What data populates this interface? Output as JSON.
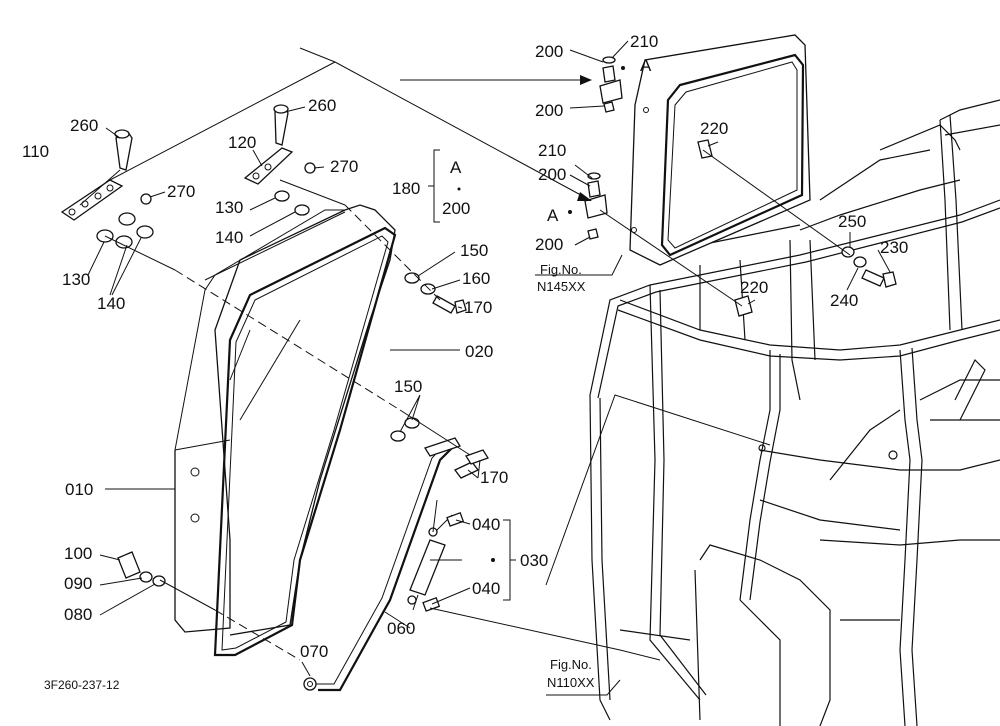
{
  "figure_code": "3F260-237-12",
  "callouts": {
    "c010": "010",
    "c020": "020",
    "c030": "030",
    "c040a": "040",
    "c040b": "040",
    "c060": "060",
    "c070": "070",
    "c080": "080",
    "c090": "090",
    "c100": "100",
    "c110": "110",
    "c120": "120",
    "c130a": "130",
    "c130b": "130",
    "c140a": "140",
    "c140b": "140",
    "c150a": "150",
    "c150b": "150",
    "c160": "160",
    "c170a": "170",
    "c170b": "170",
    "c180": "180",
    "c200a": "200",
    "c200b": "200",
    "c200c": "200",
    "c200d": "200",
    "c200e": "200",
    "c210a": "210",
    "c210b": "210",
    "c220a": "220",
    "c220b": "220",
    "c230": "230",
    "c240": "240",
    "c250": "250",
    "c260a": "260",
    "c260b": "260",
    "c270a": "270",
    "c270b": "270"
  },
  "detail_markers": {
    "bracket_letter": "A",
    "marker_top": "A",
    "marker_mid": "A"
  },
  "fig_refs": {
    "top": {
      "label": "Fig.No.",
      "number": "N145XX"
    },
    "bottom": {
      "label": "Fig.No.",
      "number": "N110XX"
    }
  }
}
